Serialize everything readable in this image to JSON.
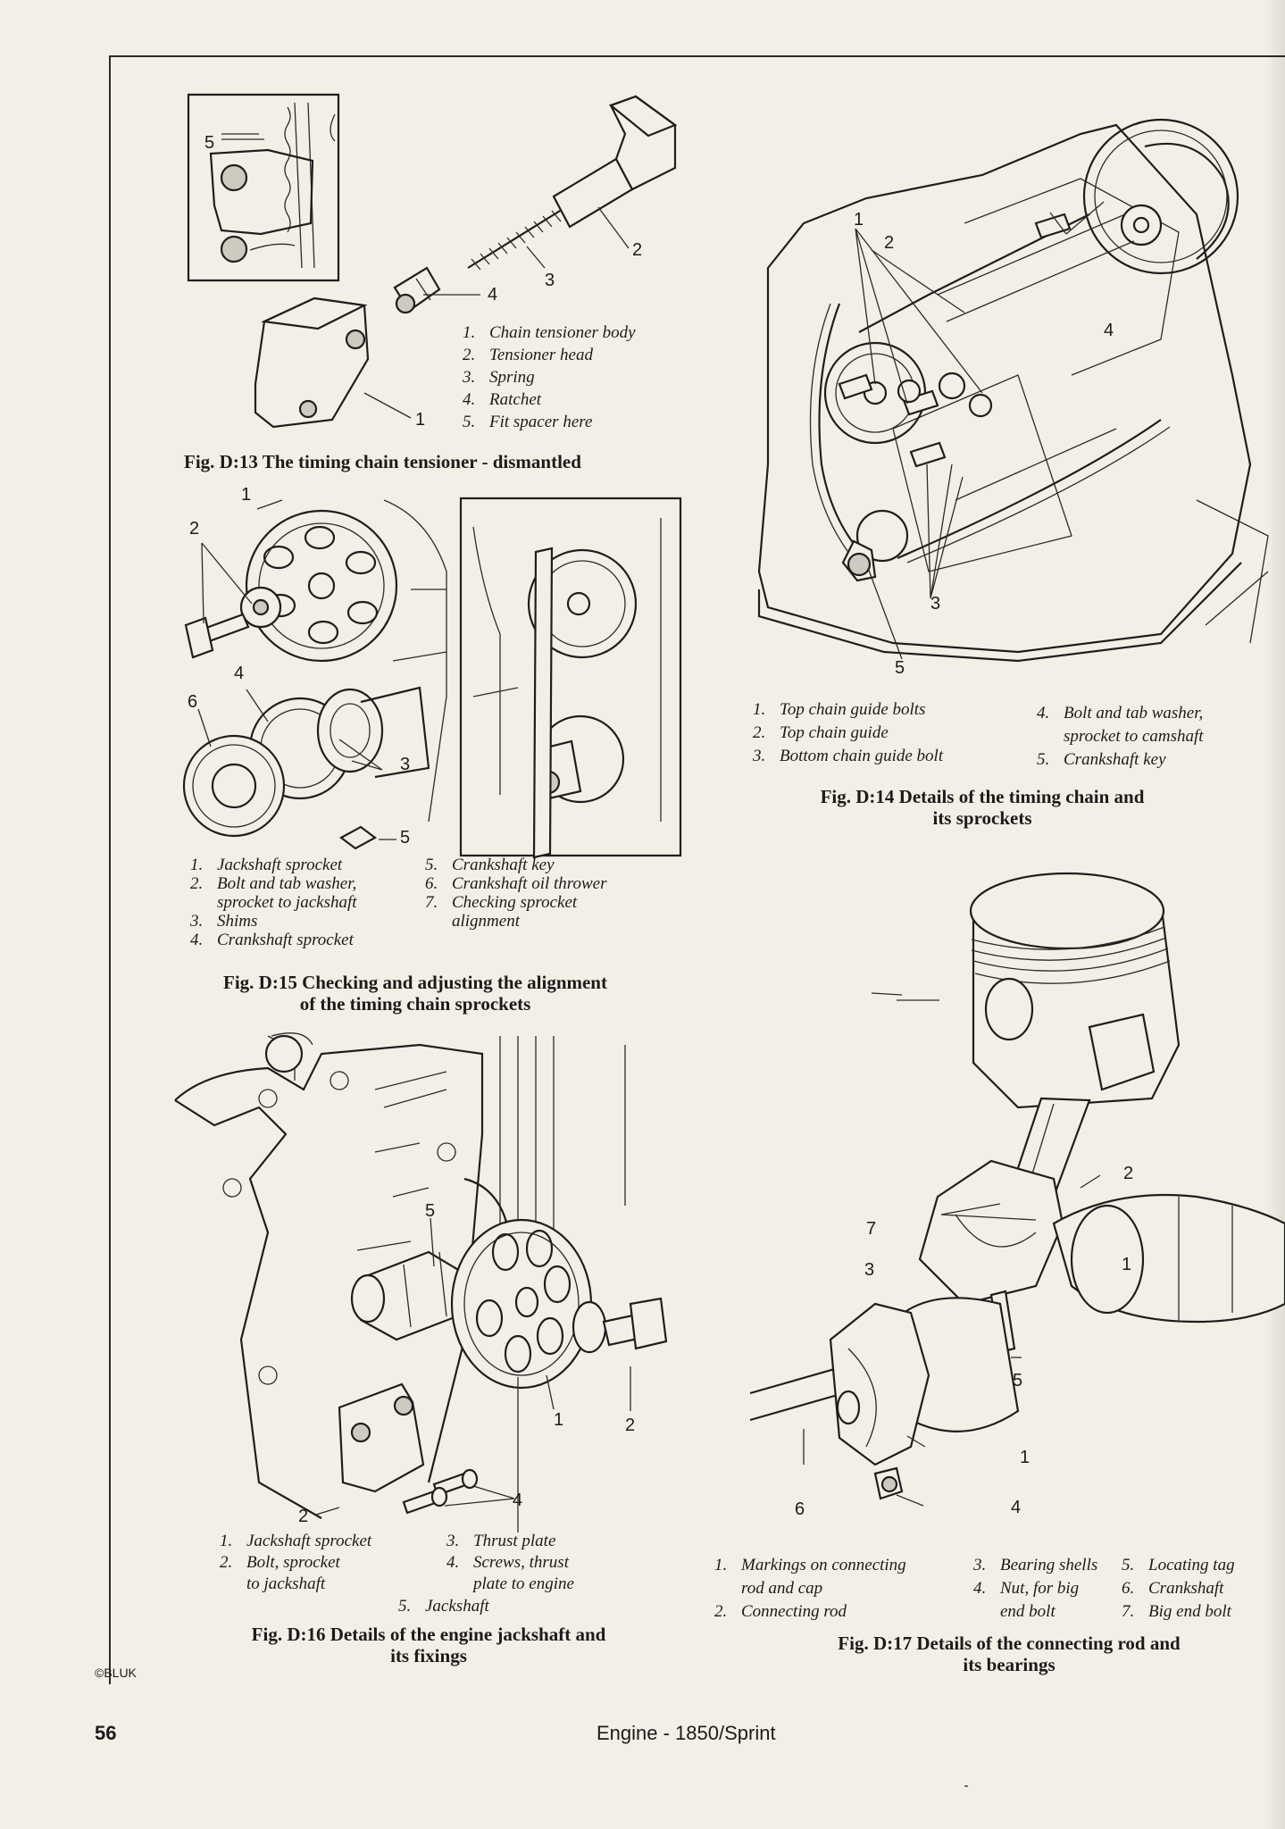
{
  "page": {
    "number": "56",
    "running_head": "Engine - 1850/Sprint",
    "copyright": "©BLUK"
  },
  "fig13": {
    "caption": "Fig. D:13 The timing chain tensioner - dismantled",
    "callouts": [
      "1",
      "2",
      "3",
      "4",
      "5"
    ],
    "legend": [
      {
        "n": "1.",
        "t": "Chain tensioner body"
      },
      {
        "n": "2.",
        "t": "Tensioner head"
      },
      {
        "n": "3.",
        "t": "Spring"
      },
      {
        "n": "4.",
        "t": "Ratchet"
      },
      {
        "n": "5.",
        "t": "Fit spacer here"
      }
    ]
  },
  "fig14": {
    "caption_l1": "Fig. D:14 Details of the timing chain and",
    "caption_l2": "its sprockets",
    "callouts": [
      "1",
      "2",
      "3",
      "4",
      "5"
    ],
    "legend_left": [
      {
        "n": "1.",
        "t": "Top chain guide bolts"
      },
      {
        "n": "2.",
        "t": "Top chain guide"
      },
      {
        "n": "3.",
        "t": "Bottom chain guide bolt"
      }
    ],
    "legend_right": [
      {
        "n": "4.",
        "t": "Bolt and tab washer,"
      },
      {
        "n": "",
        "t": "sprocket to camshaft"
      },
      {
        "n": "5.",
        "t": "Crankshaft key"
      }
    ]
  },
  "fig15": {
    "caption_l1": "Fig. D:15 Checking and adjusting the alignment",
    "caption_l2": "of the timing chain sprockets",
    "callouts": [
      "1",
      "2",
      "3",
      "4",
      "5",
      "6"
    ],
    "legend_left": [
      {
        "n": "1.",
        "t": "Jackshaft sprocket"
      },
      {
        "n": "2.",
        "t": "Bolt and tab washer,"
      },
      {
        "n": "",
        "t": "sprocket to jackshaft"
      },
      {
        "n": "3.",
        "t": "Shims"
      },
      {
        "n": "4.",
        "t": "Crankshaft sprocket"
      }
    ],
    "legend_right": [
      {
        "n": "",
        "t": ""
      },
      {
        "n": "5.",
        "t": "Crankshaft key"
      },
      {
        "n": "6.",
        "t": "Crankshaft oil thrower"
      },
      {
        "n": "7.",
        "t": "Checking sprocket"
      },
      {
        "n": "",
        "t": "alignment"
      }
    ]
  },
  "fig16": {
    "caption_l1": "Fig. D:16 Details of the engine jackshaft and",
    "caption_l2": "its fixings",
    "callouts": [
      "1",
      "2",
      "2",
      "4",
      "5"
    ],
    "legend_left": [
      {
        "n": "1.",
        "t": "Jackshaft sprocket"
      },
      {
        "n": "2.",
        "t": "Bolt, sprocket"
      },
      {
        "n": "",
        "t": "to jackshaft"
      }
    ],
    "legend_right": [
      {
        "n": "3.",
        "t": "Thrust plate"
      },
      {
        "n": "4.",
        "t": "Screws, thrust"
      },
      {
        "n": "",
        "t": "plate to engine"
      }
    ],
    "legend_bottom": {
      "n": "5.",
      "t": "Jackshaft"
    }
  },
  "fig17": {
    "caption_l1": "Fig. D:17 Details of the connecting rod and",
    "caption_l2": "its bearings",
    "callouts": [
      "1",
      "1",
      "2",
      "3",
      "4",
      "5",
      "6",
      "7"
    ],
    "legend_col1": [
      {
        "n": "1.",
        "t": "Markings on connecting"
      },
      {
        "n": "",
        "t": "rod and cap"
      },
      {
        "n": "2.",
        "t": "Connecting rod"
      }
    ],
    "legend_col2": [
      {
        "n": "3.",
        "t": "Bearing shells"
      },
      {
        "n": "4.",
        "t": "Nut, for big"
      },
      {
        "n": "",
        "t": "end bolt"
      }
    ],
    "legend_col3": [
      {
        "n": "5.",
        "t": "Locating tag"
      },
      {
        "n": "6.",
        "t": "Crankshaft"
      },
      {
        "n": "7.",
        "t": "Big end bolt"
      }
    ]
  }
}
